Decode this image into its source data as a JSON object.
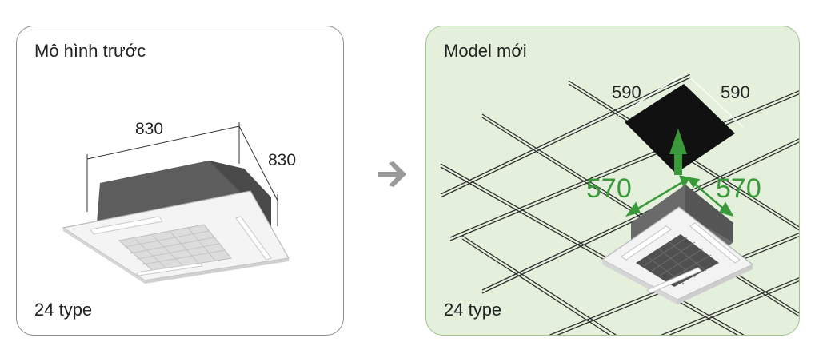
{
  "left_panel": {
    "title": "Mô hình trước",
    "footer": "24 type",
    "dim_width": "830",
    "dim_depth": "830"
  },
  "right_panel": {
    "title": "Model mới",
    "footer": "24 type",
    "opening_width": "590",
    "opening_depth": "590",
    "unit_width": "570",
    "unit_depth": "570"
  },
  "colors": {
    "accent_green": "#3a9a3a",
    "panel_green_bg": "#e4f0dc",
    "arrow_gray": "#9a9a9a"
  },
  "icons": {
    "transition": "arrow-right-icon"
  }
}
